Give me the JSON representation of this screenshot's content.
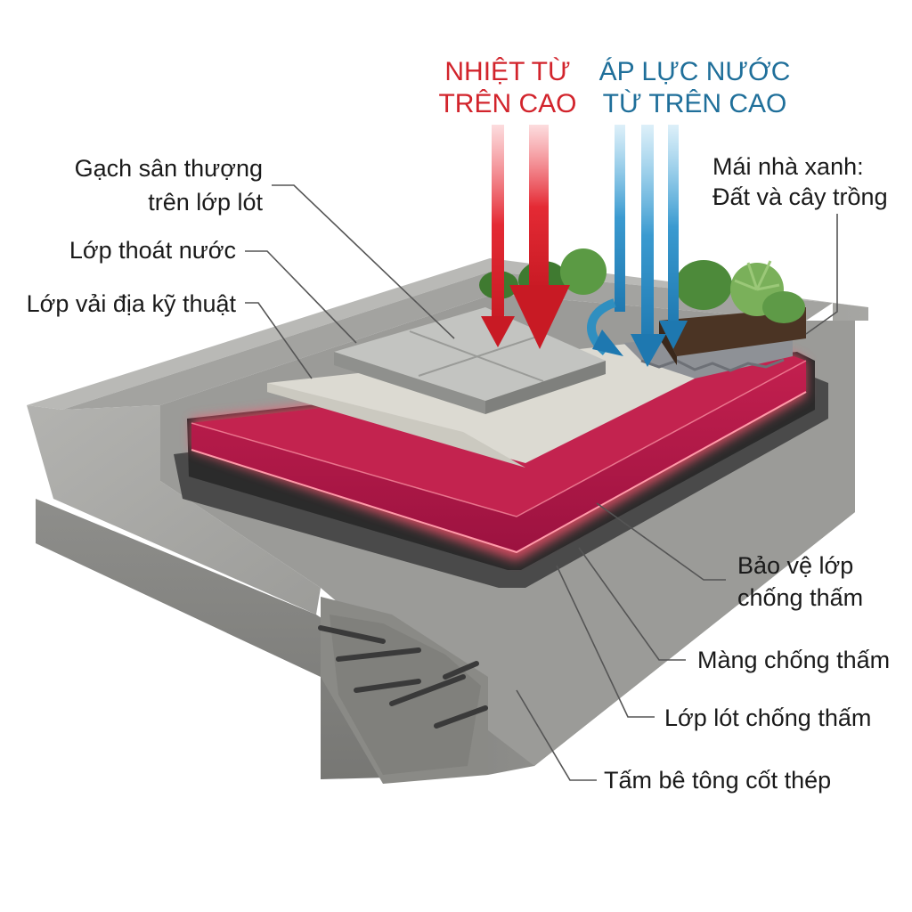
{
  "headings": {
    "heat_line1": "NHIỆT TỪ",
    "heat_line2": "TRÊN CAO",
    "water_line1": "ÁP LỰC NƯỚC",
    "water_line2": "TỪ TRÊN CAO"
  },
  "labels": {
    "tiles_line1": "Gạch sân thượng",
    "tiles_line2": "trên lớp lót",
    "drainage": "Lớp thoát nước",
    "geotextile": "Lớp vải địa kỹ thuật",
    "green_roof_line1": "Mái nhà xanh:",
    "green_roof_line2": "Đất và cây trồng",
    "protection_line1": "Bảo vệ lớp",
    "protection_line2": "chống thấm",
    "membrane": "Màng chống thấm",
    "primer": "Lớp lót chống thấm",
    "slab": "Tấm bê tông cốt thép"
  },
  "colors": {
    "heat_arrow": "#d2242c",
    "water_arrow": "#2f8fc0",
    "protection_layer": "#b0184a",
    "protection_glow": "#ff4f6b",
    "concrete": "#9a9a98",
    "geotextile": "#d9d7cf",
    "tiles": "#b9bab7",
    "soil": "#4b3424",
    "plants": "#4d8a3a"
  },
  "icons": [
    "heat-arrow-icon",
    "water-pressure-arrow-icon",
    "rebar-icon",
    "plant-icon"
  ]
}
